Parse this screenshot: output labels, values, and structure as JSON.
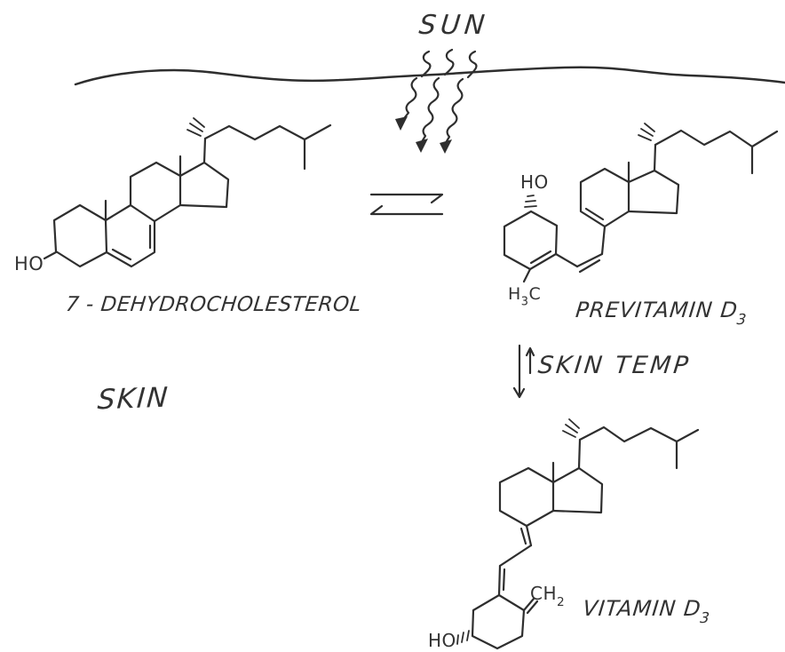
{
  "diagram": {
    "background": "#ffffff",
    "ink_color": "#2e2e2e",
    "sun_label": "SUN",
    "skin_label": "SKIN",
    "skin_temp_label": "SKIN TEMP",
    "molecules": {
      "left": {
        "name": "7 - DEHYDROCHOLESTEROL",
        "hydroxyl": "HO"
      },
      "right": {
        "name": "PREVITAMIN D",
        "name_subscript": "3",
        "hydroxyl": "HO",
        "methyl_h": "H",
        "methyl_sub": "3",
        "methyl_c": "C"
      },
      "bottom": {
        "name": "VITAMIN D",
        "name_subscript": "3",
        "hydroxyl": "HO",
        "methylene": "CH",
        "methylene_sub": "2"
      }
    }
  }
}
